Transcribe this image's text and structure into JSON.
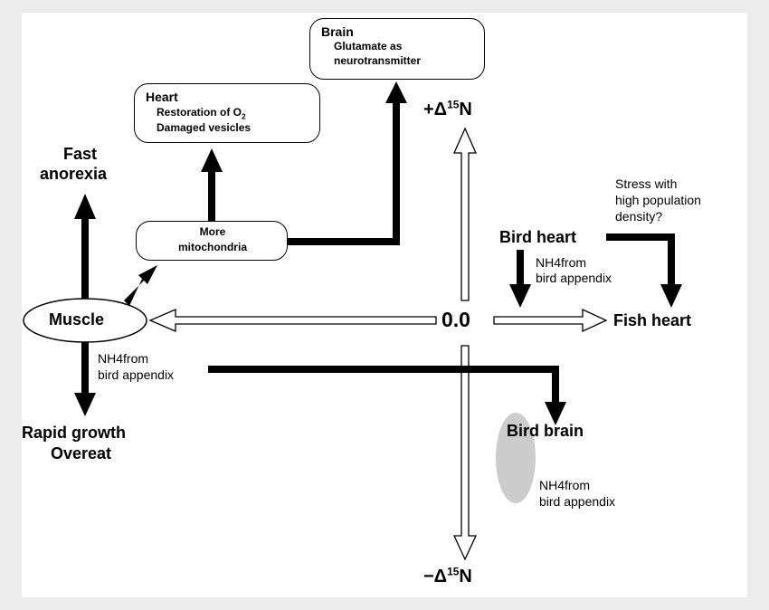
{
  "axes": {
    "origin": "0.0",
    "y_positive": "+Δ",
    "y_negative": "−Δ",
    "isotope_sup": "15",
    "isotope_letter": "N"
  },
  "nodes": {
    "muscle": "Muscle",
    "fish_heart": "Fish heart",
    "bird_heart": "Bird heart",
    "bird_brain": "Bird brain",
    "fast_anorexia_1": "Fast",
    "fast_anorexia_2": "anorexia",
    "rapid_growth_1": "Rapid growth",
    "rapid_growth_2": "Overeat",
    "more_mito_1": "More",
    "more_mito_2": "mitochondria"
  },
  "boxes": {
    "heart": {
      "title": "Heart",
      "line1_prefix": "Restoration of O",
      "line1_sub": "2",
      "line2": "Damaged vesicles"
    },
    "brain": {
      "title": "Brain",
      "line1": "Glutamate as",
      "line2": "neurotransmitter"
    }
  },
  "annotations": {
    "stress_1": "Stress with",
    "stress_2": "high population",
    "stress_3": "density?",
    "nh4_prefix": "NH",
    "nh4_sub": "4",
    "nh4_suffix": "from",
    "bird_appendix": "bird appendix"
  },
  "colors": {
    "background": "#ececec",
    "canvas": "#ffffff",
    "ellipse_fill": "#cccccc"
  }
}
